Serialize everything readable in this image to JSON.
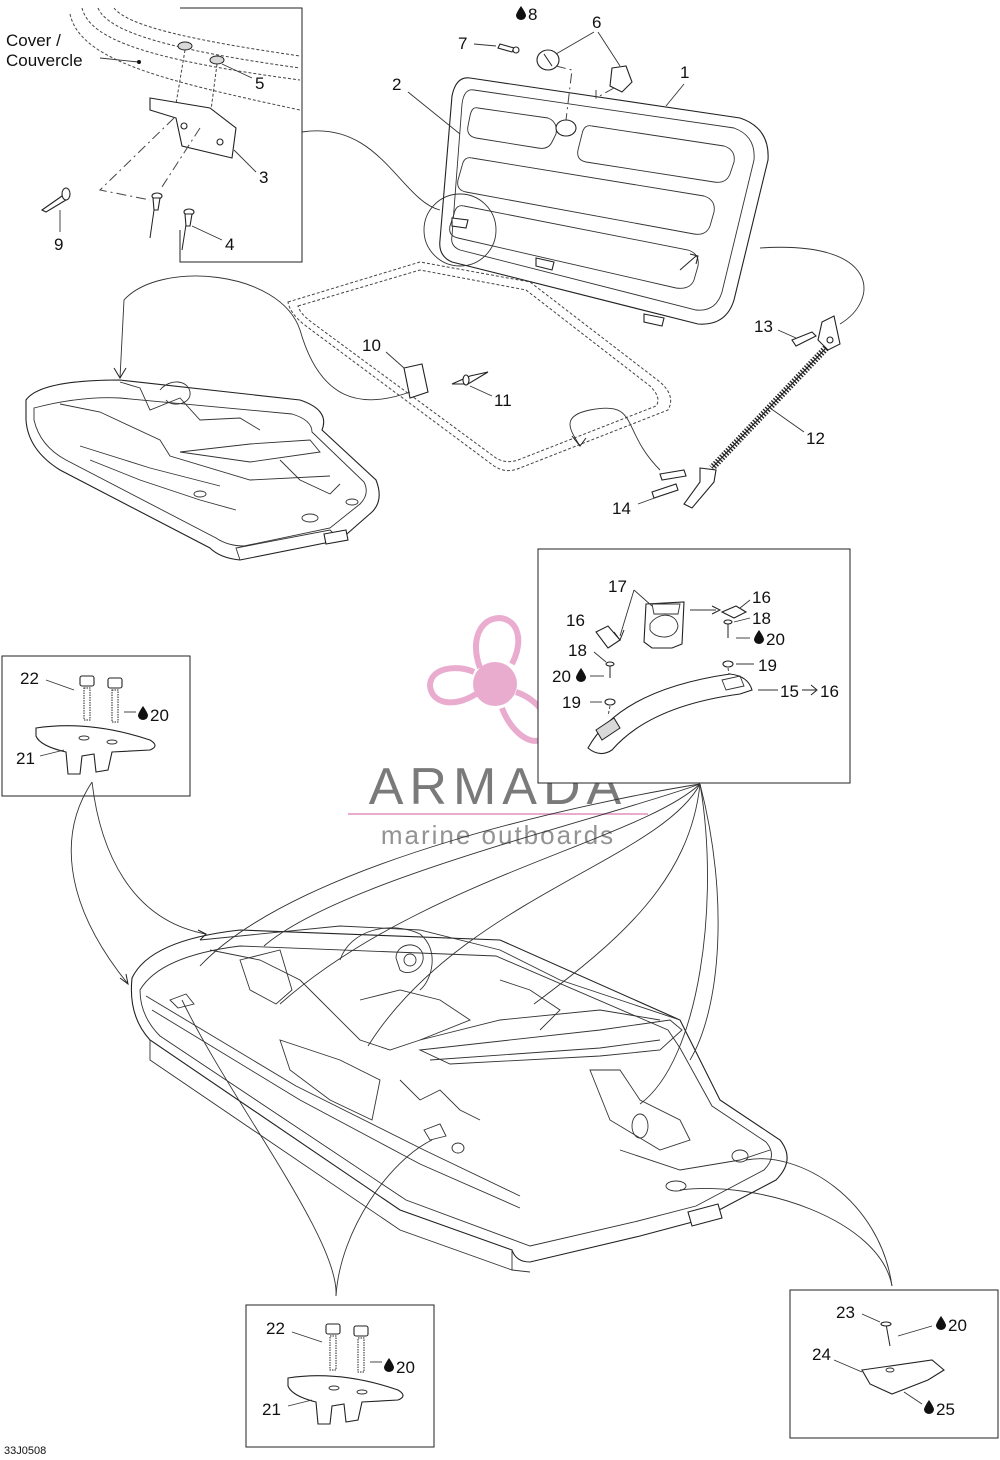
{
  "cover_label": [
    "Cover /",
    "Couvercle"
  ],
  "reference_code": "33J0508",
  "watermark": {
    "name": "ARMADA",
    "tagline": "marine outboards",
    "color": "#e8a6cc",
    "text_color": "#6f6f6f"
  },
  "callouts": {
    "c1": "1",
    "c2": "2",
    "c3": "3",
    "c4": "4",
    "c5": "5",
    "c6": "6",
    "c7": "7",
    "c8": "8",
    "c9": "9",
    "c10": "10",
    "c11": "11",
    "c12": "12",
    "c13": "13",
    "c14": "14",
    "c15": "15",
    "c16": "16",
    "c17": "17",
    "c18": "18",
    "c19": "19",
    "c20": "20",
    "c21": "21",
    "c22": "22",
    "c23": "23",
    "c24": "24",
    "c25": "25"
  },
  "icons": {
    "droplet": "droplet-icon",
    "arrow": "arrow-right-icon"
  }
}
